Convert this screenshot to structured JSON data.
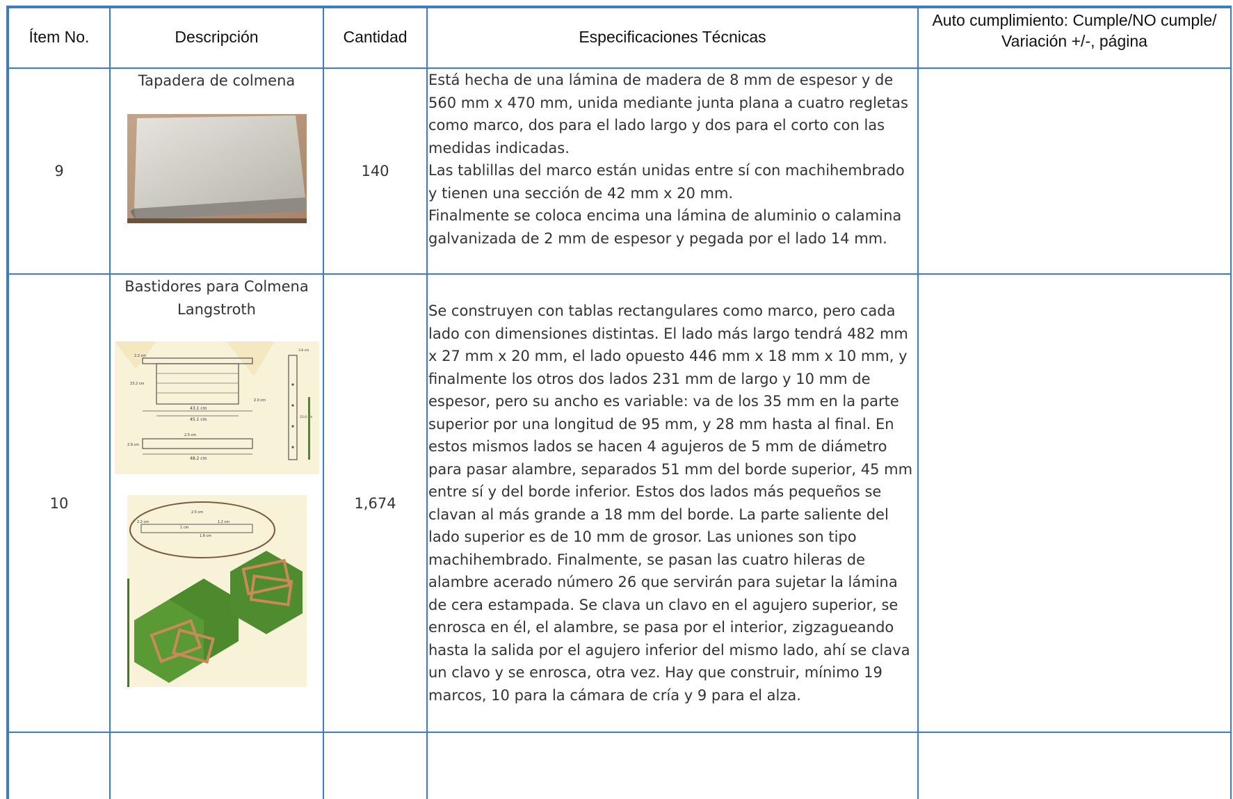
{
  "headers": {
    "item_no": "Ítem No.",
    "description": "Descripción",
    "quantity": "Cantidad",
    "specs": "Especificaciones Técnicas",
    "compliance": "Auto cumplimiento: Cumple/NO cumple/ Variación +/-, página"
  },
  "rows": [
    {
      "item_no": "9",
      "description": "Tapadera de colmena",
      "quantity": "140",
      "specs": "Está hecha de una lámina de madera de 8 mm de espesor y de\n560 mm x 470 mm, unida mediante junta plana a cuatro regletas\ncomo marco, dos para el lado largo y dos para el corto con las\nmedidas indicadas.\nLas tablillas del marco están unidas entre sí con machihembrado\ny tienen una sección de 42 mm x 20 mm.\nFinalmente se coloca encima una lámina de aluminio o calamina\ngalvanizada de 2 mm de espesor y pegada por el lado 14 mm.",
      "compliance": ""
    },
    {
      "item_no": "10",
      "description": "Bastidores para Colmena Langstroth",
      "quantity": "1,674",
      "specs": "Se construyen con tablas rectangulares como marco, pero cada\nlado con dimensiones distintas. El lado más largo tendrá 482 mm\nx 27 mm x 20 mm, el lado opuesto 446 mm x 18 mm x 10 mm, y\nfinalmente los otros dos lados 231 mm de largo y 10 mm de\nespesor, pero su ancho es variable: va de los 35 mm en la parte\nsuperior por una longitud de 95 mm, y 28 mm hasta al final. En\nestos mismos lados se hacen 4 agujeros de 5 mm de diámetro\npara pasar alambre, separados 51 mm del borde superior, 45 mm\nentre sí y del borde inferior. Estos dos lados más pequeños se\nclavan al más grande a 18 mm del borde. La parte saliente del\nlado superior es de 10 mm de grosor. Las uniones son tipo\nmachihembrado. Finalmente, se pasan las cuatro hileras de\nalambre acerado número 26 que servirán para sujetar la lámina\nde cera estampada. Se clava un clavo en el agujero superior, se\nenrosca en él, el alambre, se pasa por el interior, zigzagueando\nhasta la salida por el agujero inferior del mismo lado, ahí se clava\nun clavo y se enrosca, otra vez. Hay que construir, mínimo 19\nmarcos, 10 para la cámara de cría y 9 para el alza.",
      "compliance": ""
    }
  ],
  "diagram_labels": {
    "top_h": "2.2 cm",
    "height": "23.2 cm",
    "inner_w": "43.1 cm",
    "outer_w": "45.1 cm",
    "lug": "2.5 cm",
    "bar_h": "2.9 cm",
    "total_w": "48.2 cm",
    "side_gap": "2.0 cm",
    "side_top": "3.8 cm",
    "side_mid": "23.0 cm",
    "detail_a": "2.5 cm",
    "detail_b": "2.2 cm",
    "detail_c": "1 cm",
    "detail_d": "1.8 cm",
    "detail_e": "1.2 cm"
  },
  "colors": {
    "border": "#3d7cc2",
    "text": "#333333",
    "wood": "#c98a5a",
    "grass": "#4d8a2e"
  }
}
